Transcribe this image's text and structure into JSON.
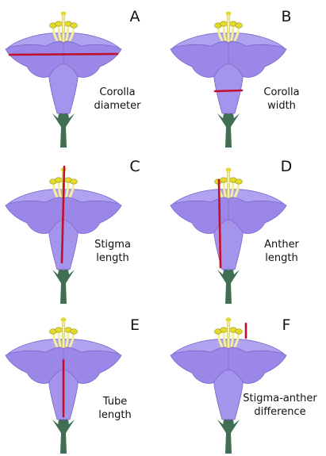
{
  "figure": {
    "colors": {
      "petal": "#9b87e8",
      "petal_light": "#b1a2f0",
      "petal_outline": "#7a66c8",
      "tube": "#a594ec",
      "calyx": "#3f6e52",
      "filament": "#f3ef9a",
      "anther": "#e3da2c",
      "measure_line": "#c0102a"
    },
    "panels": [
      {
        "letter": "A",
        "caption": [
          "Corolla",
          "diameter"
        ],
        "measure": "corolla-diameter"
      },
      {
        "letter": "B",
        "caption": [
          "Corolla",
          "width"
        ],
        "measure": "corolla-width"
      },
      {
        "letter": "C",
        "caption": [
          "Stigma",
          "length"
        ],
        "measure": "stigma-length"
      },
      {
        "letter": "D",
        "caption": [
          "Anther",
          "length"
        ],
        "measure": "anther-length"
      },
      {
        "letter": "E",
        "caption": [
          "Tube",
          "length"
        ],
        "measure": "tube-length"
      },
      {
        "letter": "F",
        "caption": [
          "Stigma-anther",
          "difference"
        ],
        "measure": "stigma-anther-difference"
      }
    ]
  }
}
